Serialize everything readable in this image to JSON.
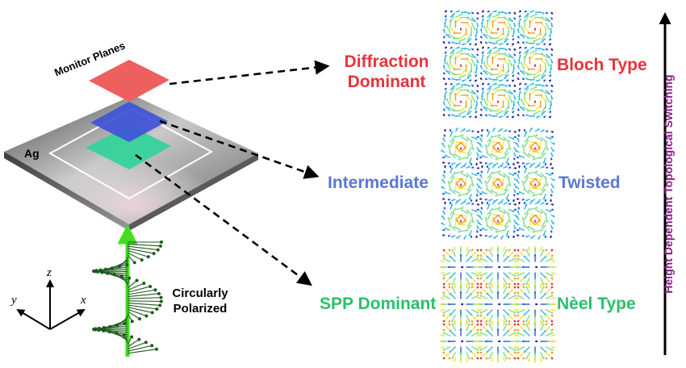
{
  "colors": {
    "diffraction": "#e8333a",
    "intermediate": "#5b77d6",
    "spp": "#2bbf6b",
    "switching": "#8a1d8a",
    "helix": "#1f5a1f",
    "axis_arrow": "#44dd22"
  },
  "labels": {
    "monitor_planes": "Monitor Planes",
    "ag": "Ag",
    "circularly_polarized": "Circularly Polarized",
    "axis_x": "x",
    "axis_y": "y",
    "axis_z": "z",
    "switching": "Height Dependent Topological Switching"
  },
  "rows": [
    {
      "left_label": "Diffraction Dominant",
      "right_label": "Bloch Type"
    },
    {
      "left_label": "Intermediate",
      "right_label": "Twisted"
    },
    {
      "left_label": "SPP Dominant",
      "right_label": "Nèel Type"
    }
  ],
  "icons": [
    "vector-field-icon",
    "helix-icon",
    "axes-icon",
    "dashed-arrow-icon"
  ]
}
